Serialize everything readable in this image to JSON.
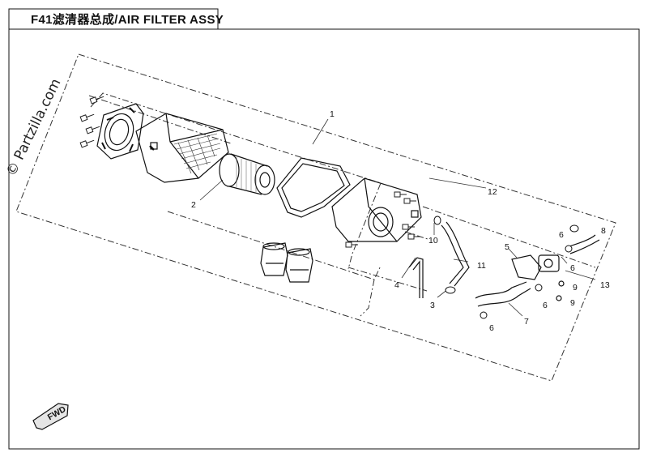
{
  "header": {
    "title": "F41滤清器总成/AIR FILTER ASSY"
  },
  "watermark": "© Partzilla.com",
  "fwd_label": "FWD",
  "callouts": [
    "1",
    "2",
    "3",
    "4",
    "5",
    "6",
    "6",
    "6",
    "6",
    "7",
    "8",
    "9",
    "9",
    "10",
    "11",
    "12",
    "13"
  ]
}
